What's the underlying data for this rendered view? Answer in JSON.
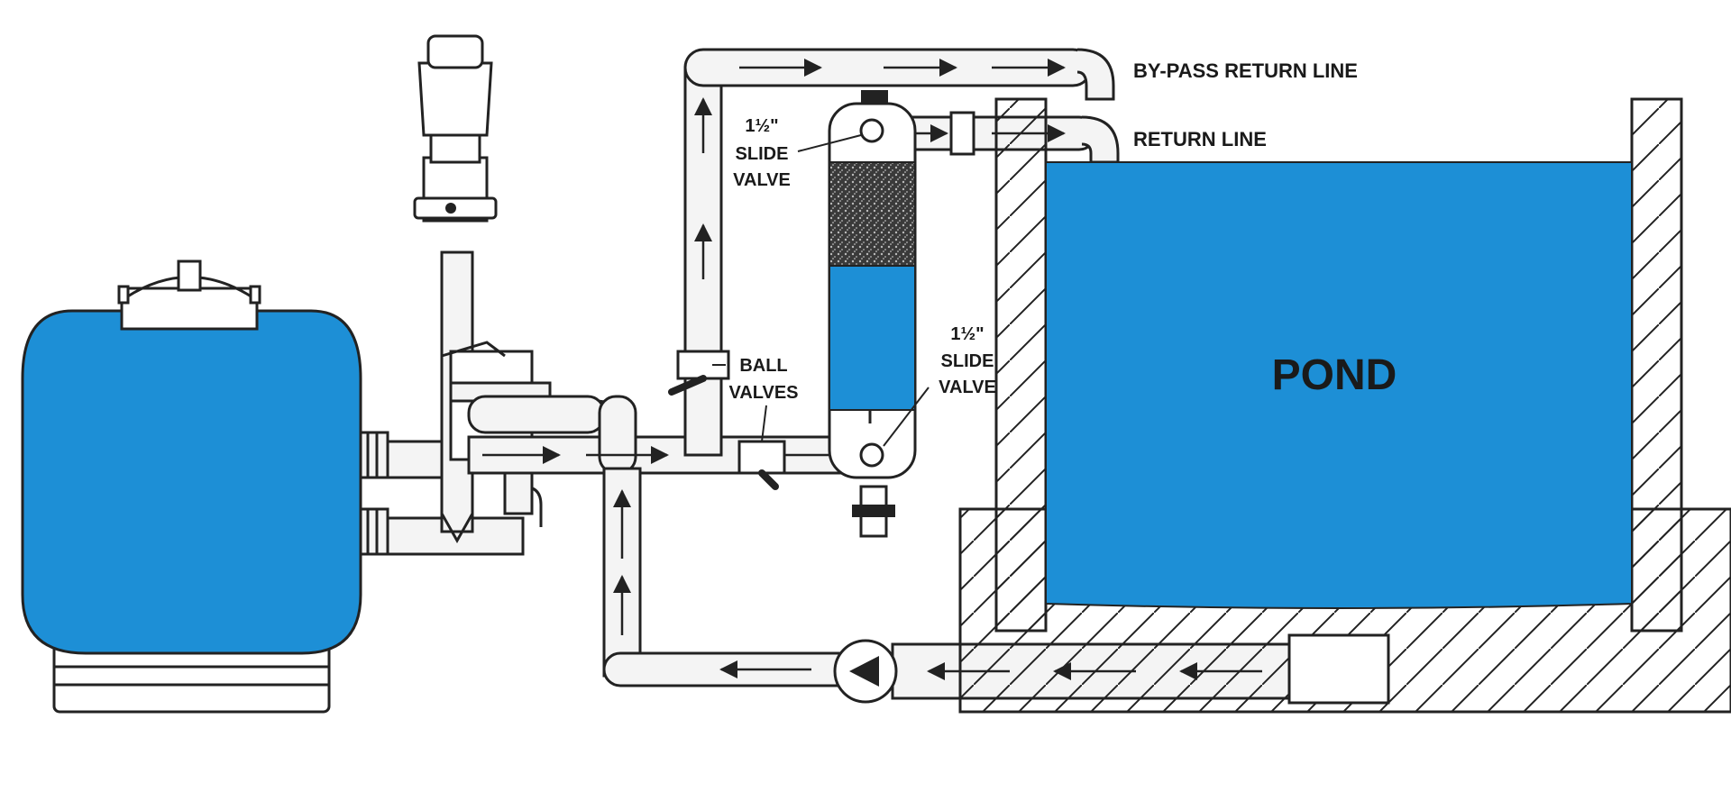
{
  "colors": {
    "water": "#1d8fd6",
    "outline": "#222222",
    "pipe_fill": "#f4f4f4",
    "media": "#2b2b2b",
    "background": "#ffffff"
  },
  "labels": {
    "bypass_return_line": "BY-PASS RETURN LINE",
    "return_line": "RETURN LINE",
    "slide_valve_top_size": "1½\"",
    "slide_valve_top_line1": "SLIDE",
    "slide_valve_top_line2": "VALVE",
    "slide_valve_bottom_size": "1½\"",
    "slide_valve_bottom_line1": "SLIDE",
    "slide_valve_bottom_line2": "VALVE",
    "ball_valves_line1": "BALL",
    "ball_valves_line2": "VALVES",
    "pond": "POND"
  },
  "icons": {
    "pump": "pump-icon",
    "flow_arrow": "flow-arrow-icon"
  }
}
